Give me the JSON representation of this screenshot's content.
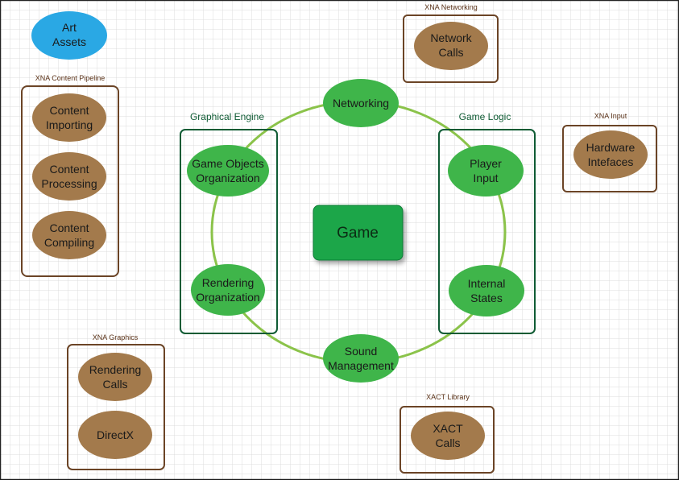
{
  "colors": {
    "background": "#ffffff",
    "grid": "#dcdcdc",
    "border": "#222222",
    "brown_node": "#a37a4c",
    "brown_stroke": "#6b4426",
    "brown_label": "#5a3218",
    "green_node": "#3fb54a",
    "green_dark": "#0f5b34",
    "ring": "#8bc34a",
    "game_box": "#1aa64a",
    "art_assets": "#2aa8e4"
  },
  "art_assets": {
    "line1": "Art",
    "line2": "Assets"
  },
  "game": {
    "label": "Game"
  },
  "ring_nodes": {
    "networking": {
      "line1": "Networking"
    },
    "sound": {
      "line1": "Sound",
      "line2": "Management"
    },
    "game_objects": {
      "line1": "Game Objects",
      "line2": "Organization"
    },
    "rendering": {
      "line1": "Rendering",
      "line2": "Organization"
    },
    "player_input": {
      "line1": "Player",
      "line2": "Input"
    },
    "internal_states": {
      "line1": "Internal",
      "line2": "States"
    }
  },
  "groups": {
    "graphical_engine": {
      "label": "Graphical Engine"
    },
    "game_logic": {
      "label": "Game Logic"
    }
  },
  "libraries": {
    "content_pipeline": {
      "label": "XNA Content Pipeline",
      "nodes": [
        {
          "line1": "Content",
          "line2": "Importing"
        },
        {
          "line1": "Content",
          "line2": "Processing"
        },
        {
          "line1": "Content",
          "line2": "Compiling"
        }
      ]
    },
    "networking": {
      "label": "XNA Networking",
      "nodes": [
        {
          "line1": "Network",
          "line2": "Calls"
        }
      ]
    },
    "input": {
      "label": "XNA Input",
      "nodes": [
        {
          "line1": "Hardware",
          "line2": "Intefaces"
        }
      ]
    },
    "graphics": {
      "label": "XNA Graphics",
      "nodes": [
        {
          "line1": "Rendering",
          "line2": "Calls"
        },
        {
          "line1": "DirectX"
        }
      ]
    },
    "xact": {
      "label": "XACT Library",
      "nodes": [
        {
          "line1": "XACT",
          "line2": "Calls"
        }
      ]
    }
  }
}
